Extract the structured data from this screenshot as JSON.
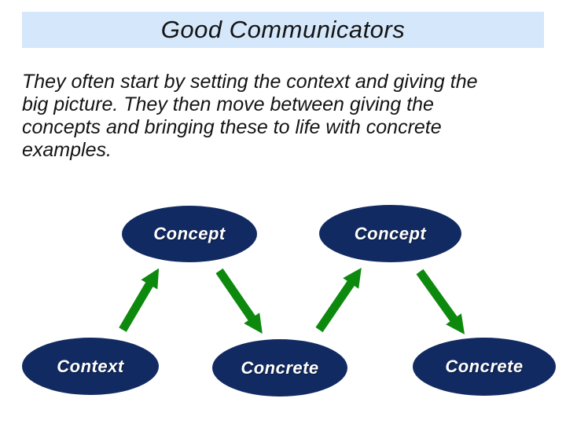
{
  "header": {
    "title": "Good Communicators"
  },
  "intro": {
    "lines": [
      "They often start by setting the context and giving the",
      "big picture. They then move between giving the",
      "concepts and bringing these to life with concrete",
      "examples."
    ]
  },
  "diagram": {
    "nodes": [
      {
        "id": "concept-top-left",
        "label": "Concept"
      },
      {
        "id": "concept-top-right",
        "label": "Concept"
      },
      {
        "id": "context-bottom-left",
        "label": "Context"
      },
      {
        "id": "concrete-bottom-middle",
        "label": "Concrete"
      },
      {
        "id": "concrete-bottom-right",
        "label": "Concrete"
      }
    ],
    "edges": [
      {
        "from": "context-bottom-left",
        "to": "concept-top-left",
        "direction": "up"
      },
      {
        "from": "concept-top-left",
        "to": "concrete-bottom-middle",
        "direction": "down"
      },
      {
        "from": "concrete-bottom-middle",
        "to": "concept-top-right",
        "direction": "up"
      },
      {
        "from": "concept-top-right",
        "to": "concrete-bottom-right",
        "direction": "down"
      }
    ]
  },
  "colors": {
    "banner_bg": "#d5e7fa",
    "text": "#141414",
    "node_fill": "#112a62",
    "node_text": "#ffffff",
    "arrow": "#0d890d"
  }
}
